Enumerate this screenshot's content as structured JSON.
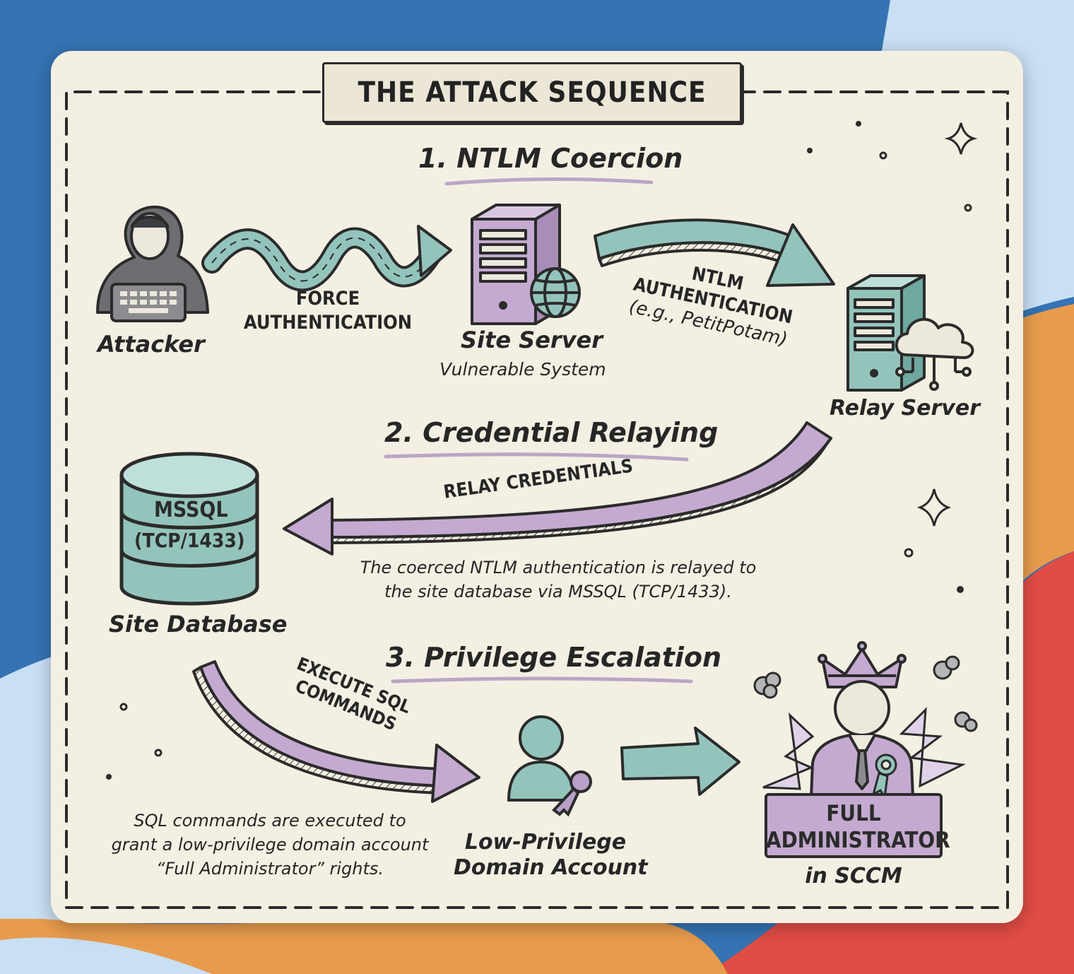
{
  "title": "THE ATTACK SEQUENCE",
  "steps": [
    {
      "heading": "1. NTLM Coercion"
    },
    {
      "heading": "2. Credential Relaying"
    },
    {
      "heading": "3. Privilege Escalation"
    }
  ],
  "nodes": {
    "attacker": "Attacker",
    "site_server": "Site Server",
    "site_server_sub": "Vulnerable System",
    "relay_server": "Relay Server",
    "database_label": "MSSQL",
    "database_port": "(TCP/1433)",
    "site_database": "Site Database",
    "low_priv_line1": "Low-Privilege",
    "low_priv_line2": "Domain Account",
    "admin_line1": "FULL",
    "admin_line2": "ADMINISTRATOR",
    "admin_line3": "in SCCM"
  },
  "arrows": {
    "force_auth_line1": "FORCE",
    "force_auth_line2": "AUTHENTICATION",
    "ntlm_auth_line1": "NTLM",
    "ntlm_auth_line2": "AUTHENTICATION",
    "ntlm_auth_line3": "(e.g., PetitPotam)",
    "relay_credentials": "RELAY CREDENTIALS",
    "execute_sql_line1": "EXECUTE SQL",
    "execute_sql_line2": "COMMANDS"
  },
  "notes": {
    "relay_note_line1": "The coerced NTLM authentication is relayed to",
    "relay_note_line2": "the site database via MSSQL (TCP/1433).",
    "sql_note_line1": "SQL commands are executed to",
    "sql_note_line2": "grant a low-privilege domain account",
    "sql_note_line3": "“Full Administrator” rights."
  },
  "colors": {
    "paper": "#f3efe2",
    "teal": "#93c4bc",
    "lavender": "#c4aad0",
    "ink": "#262626",
    "bg_blue": "#3573b3",
    "bg_lightblue": "#c9dff4",
    "bg_orange": "#e89b4c",
    "bg_red": "#e04d45"
  },
  "icons": [
    "hooded-attacker-icon",
    "server-tower-icon",
    "globe-icon",
    "cloud-network-icon",
    "database-cylinder-icon",
    "user-icon",
    "key-icon",
    "crown-icon",
    "rosette-icon",
    "sparkle-icon"
  ]
}
